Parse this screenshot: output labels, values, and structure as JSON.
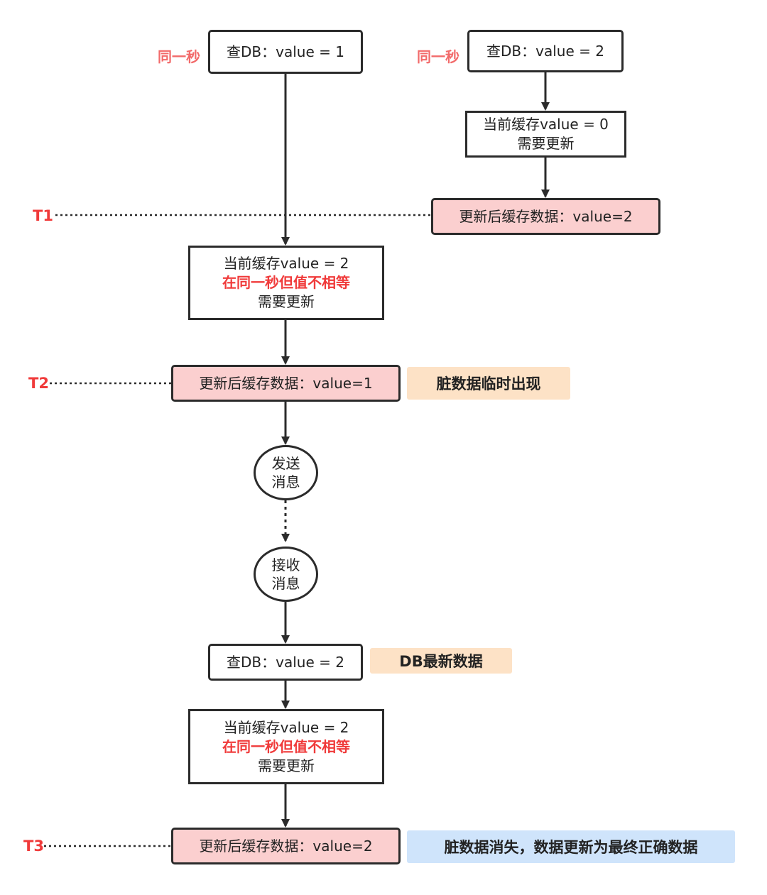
{
  "labels": {
    "same_second": "同一秒"
  },
  "timepoints": {
    "t1": "T1",
    "t2": "T2",
    "t3": "T3"
  },
  "left_flow": {
    "query_db_1": "查DB：value = 1",
    "check_1": {
      "line1": "当前缓存value = 2",
      "line2": "在同一秒但值不相等",
      "line3": "需要更新"
    },
    "update_1": "更新后缓存数据：value=1",
    "send_msg": {
      "line1": "发送",
      "line2": "消息"
    },
    "recv_msg": {
      "line1": "接收",
      "line2": "消息"
    },
    "query_db_2": "查DB：value = 2",
    "check_2": {
      "line1": "当前缓存value = 2",
      "line2": "在同一秒但值不相等",
      "line3": "需要更新"
    },
    "update_2": "更新后缓存数据：value=2"
  },
  "right_flow": {
    "query_db": "查DB：value = 2",
    "check": {
      "line1": "当前缓存value = 0",
      "line2": "需要更新"
    },
    "update": "更新后缓存数据：value=2"
  },
  "notes": {
    "dirty_appear": "脏数据临时出现",
    "db_latest": "DB最新数据",
    "dirty_gone": "脏数据消失，数据更新为最终正确数据"
  },
  "colors": {
    "pink_box": "#fbcfcf",
    "red_text": "#f03a3a",
    "peach_note": "#fde2c6",
    "blue_note": "#cfe4fb"
  }
}
